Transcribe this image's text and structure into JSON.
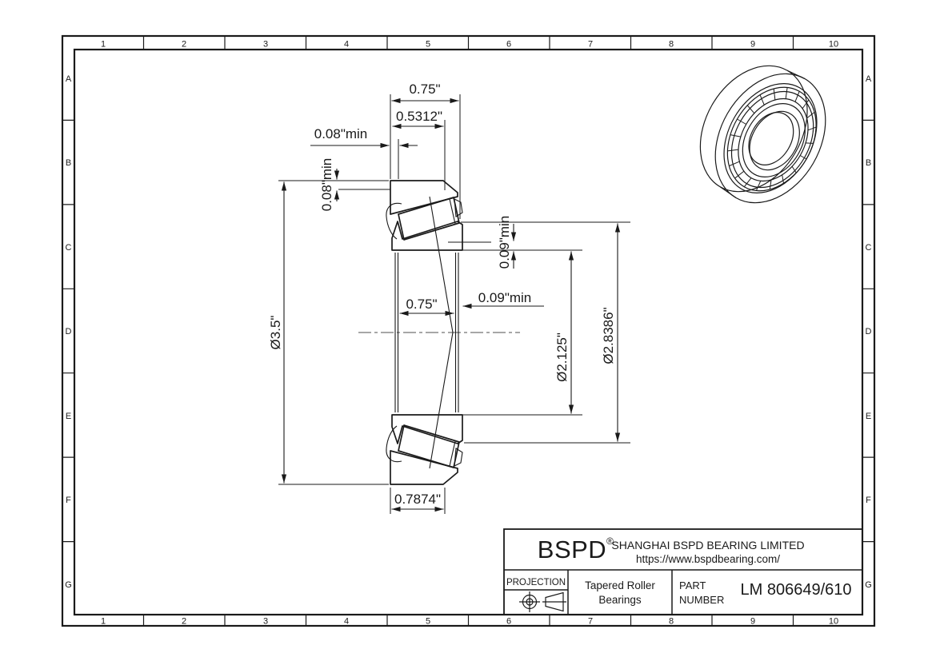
{
  "grid": {
    "columns": [
      "1",
      "2",
      "3",
      "4",
      "5",
      "6",
      "7",
      "8",
      "9",
      "10"
    ],
    "rows": [
      "A",
      "B",
      "C",
      "D",
      "E",
      "F",
      "G"
    ]
  },
  "dimensions": {
    "cup_width_top": "0.75\"",
    "cup_effective_width": "0.5312\"",
    "back_face_standout": "0.08\"min",
    "back_shoulder_clearance": "0.08\"min",
    "outer_diameter": "Ø3.5\"",
    "front_shoulder_clearance": "0.09\"min",
    "front_face_standout": "0.09\"min",
    "cone_mid_width": "0.75\"",
    "bore_diameter": "Ø2.125\"",
    "cup_front_inner_diameter": "Ø2.8386\"",
    "cone_width": "0.7874\""
  },
  "title_block": {
    "brand": "BSPD",
    "registered_mark": "®",
    "company_name": "SHANGHAI BSPD BEARING LIMITED",
    "website": "https://www.bspdbearing.com/",
    "projection_label": "PROJECTION",
    "product_type_line1": "Tapered Roller",
    "product_type_line2": "Bearings",
    "part_label_line1": "PART",
    "part_label_line2": "NUMBER",
    "part_number": "LM 806649/610"
  }
}
